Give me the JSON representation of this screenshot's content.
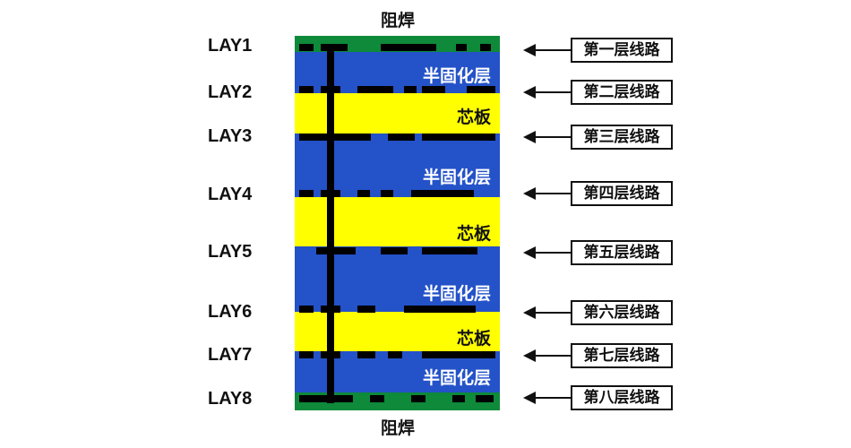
{
  "solder_mask_top": "阻焊",
  "solder_mask_bottom": "阻焊",
  "layers": [
    {
      "lay": "LAY1",
      "line": "第一层线路"
    },
    {
      "lay": "LAY2",
      "line": "第二层线路"
    },
    {
      "lay": "LAY3",
      "line": "第三层线路"
    },
    {
      "lay": "LAY4",
      "line": "第四层线路"
    },
    {
      "lay": "LAY5",
      "line": "第五层线路"
    },
    {
      "lay": "LAY6",
      "line": "第六层线路"
    },
    {
      "lay": "LAY7",
      "line": "第七层线路"
    },
    {
      "lay": "LAY8",
      "line": "第八层线路"
    }
  ],
  "dielectrics": [
    {
      "kind": "prepreg",
      "label": "半固化层"
    },
    {
      "kind": "core",
      "label": "芯板"
    },
    {
      "kind": "prepreg",
      "label": "半固化层"
    },
    {
      "kind": "core",
      "label": "芯板"
    },
    {
      "kind": "prepreg",
      "label": "半固化层"
    },
    {
      "kind": "core",
      "label": "芯板"
    },
    {
      "kind": "prepreg",
      "label": "半固化层"
    }
  ],
  "colors": {
    "solder_mask": "#0e8a3a",
    "prepreg": "#2452c8",
    "core": "#ffff00",
    "copper_trace": "#000000"
  }
}
